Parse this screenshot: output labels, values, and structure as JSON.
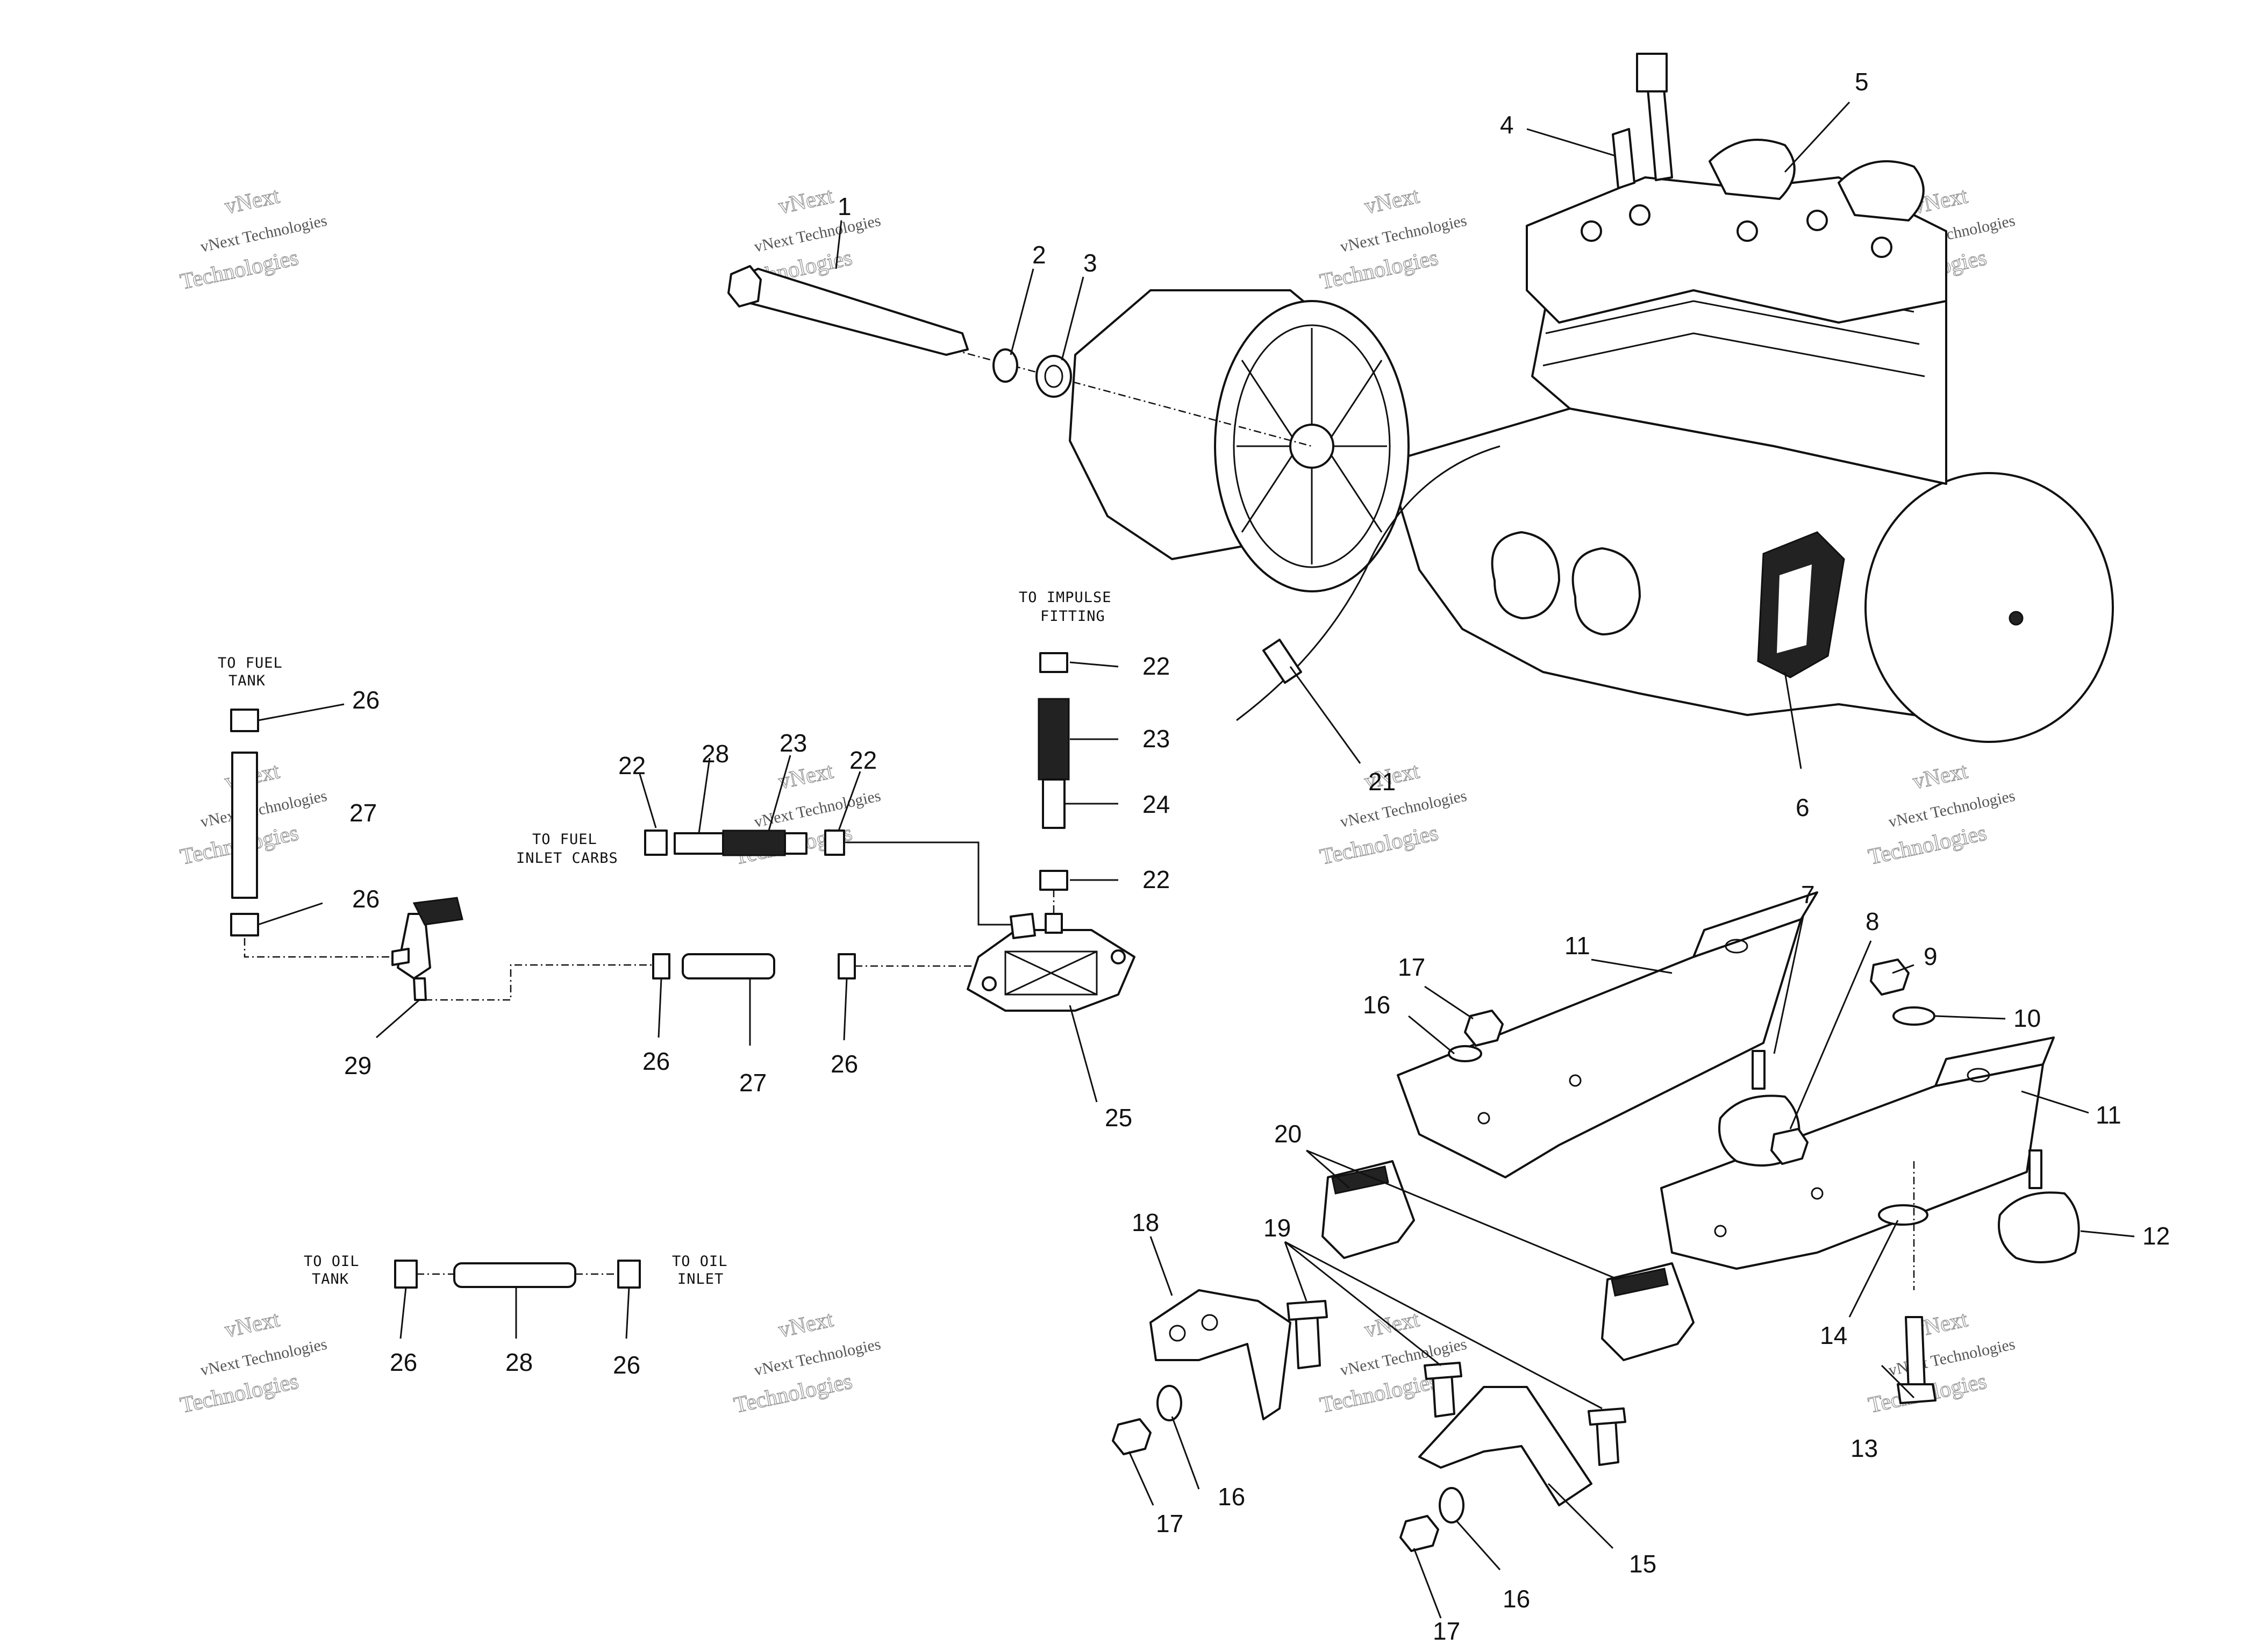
{
  "callouts": [
    {
      "id": "c1",
      "text": "1"
    },
    {
      "id": "c2",
      "text": "2"
    },
    {
      "id": "c3",
      "text": "3"
    },
    {
      "id": "c4",
      "text": "4"
    },
    {
      "id": "c5",
      "text": "5"
    },
    {
      "id": "c6",
      "text": "6"
    },
    {
      "id": "c7",
      "text": "7"
    },
    {
      "id": "c8",
      "text": "8"
    },
    {
      "id": "c9",
      "text": "9"
    },
    {
      "id": "c10",
      "text": "10"
    },
    {
      "id": "c11a",
      "text": "11"
    },
    {
      "id": "c11b",
      "text": "11"
    },
    {
      "id": "c12",
      "text": "12"
    },
    {
      "id": "c13",
      "text": "13"
    },
    {
      "id": "c14",
      "text": "14"
    },
    {
      "id": "c15",
      "text": "15"
    },
    {
      "id": "c16a",
      "text": "16"
    },
    {
      "id": "c16b",
      "text": "16"
    },
    {
      "id": "c16c",
      "text": "16"
    },
    {
      "id": "c17a",
      "text": "17"
    },
    {
      "id": "c17b",
      "text": "17"
    },
    {
      "id": "c17c",
      "text": "17"
    },
    {
      "id": "c18",
      "text": "18"
    },
    {
      "id": "c19",
      "text": "19"
    },
    {
      "id": "c20",
      "text": "20"
    },
    {
      "id": "c21",
      "text": "21"
    },
    {
      "id": "c22a",
      "text": "22"
    },
    {
      "id": "c22b",
      "text": "22"
    },
    {
      "id": "c22c",
      "text": "22"
    },
    {
      "id": "c22d",
      "text": "22"
    },
    {
      "id": "c23a",
      "text": "23"
    },
    {
      "id": "c23b",
      "text": "23"
    },
    {
      "id": "c24",
      "text": "24"
    },
    {
      "id": "c25",
      "text": "25"
    },
    {
      "id": "c26a",
      "text": "26"
    },
    {
      "id": "c26b",
      "text": "26"
    },
    {
      "id": "c26c",
      "text": "26"
    },
    {
      "id": "c26d",
      "text": "26"
    },
    {
      "id": "c26e",
      "text": "26"
    },
    {
      "id": "c26f",
      "text": "26"
    },
    {
      "id": "c27a",
      "text": "27"
    },
    {
      "id": "c27b",
      "text": "27"
    },
    {
      "id": "c28a",
      "text": "28"
    },
    {
      "id": "c28b",
      "text": "28"
    },
    {
      "id": "c29",
      "text": "29"
    }
  ],
  "labels": {
    "to_fuel_tank": [
      "TO FUEL",
      "TANK"
    ],
    "to_impulse_fitting": [
      "TO IMPULSE",
      "FITTING"
    ],
    "to_fuel_inlet_carbs": [
      "TO FUEL",
      "INLET CARBS"
    ],
    "to_oil_tank": [
      "TO OIL",
      "TANK"
    ],
    "to_oil_inlet": [
      "TO OIL",
      "INLET"
    ]
  },
  "watermark": {
    "line1": "vNext",
    "line2": "vNext Technologies",
    "line3": "Technologies"
  }
}
